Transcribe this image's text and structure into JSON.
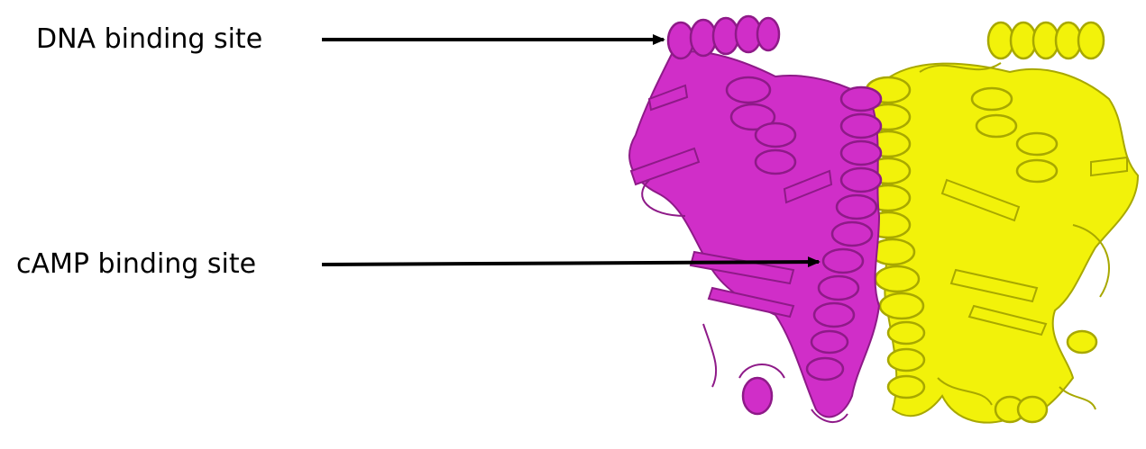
{
  "labels": {
    "dna_binding_site": "DNA binding site",
    "camp_binding_site": "cAMP binding site"
  },
  "colors": {
    "chain_a": "#d02ec8",
    "chain_a_dark": "#8e1a88",
    "chain_b": "#f2f20a",
    "chain_b_dark": "#a8a800",
    "arrow": "#000000",
    "text": "#000000"
  },
  "structure": {
    "chains": [
      "chain_a",
      "chain_b"
    ]
  }
}
